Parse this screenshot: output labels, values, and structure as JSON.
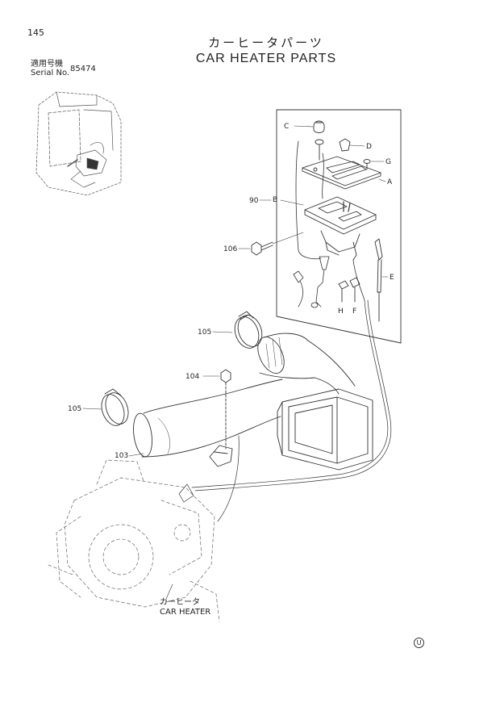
{
  "page": {
    "number": "145",
    "title_jp": "カーヒータパーツ",
    "title_en": "CAR HEATER PARTS"
  },
  "serial": {
    "label_jp": "適用号機",
    "label_en": "Serial No.",
    "value": "85474"
  },
  "callouts": {
    "c": "C",
    "d": "D",
    "g": "G",
    "a": "A",
    "b": "B",
    "e": "E",
    "h": "H",
    "f": "F",
    "p90": "90",
    "p106": "106",
    "p105_top": "105",
    "p104": "104",
    "p105_left": "105",
    "p103": "103"
  },
  "caption": {
    "jp": "カーヒータ",
    "en": "CAR HEATER"
  },
  "corner_mark": "U"
}
